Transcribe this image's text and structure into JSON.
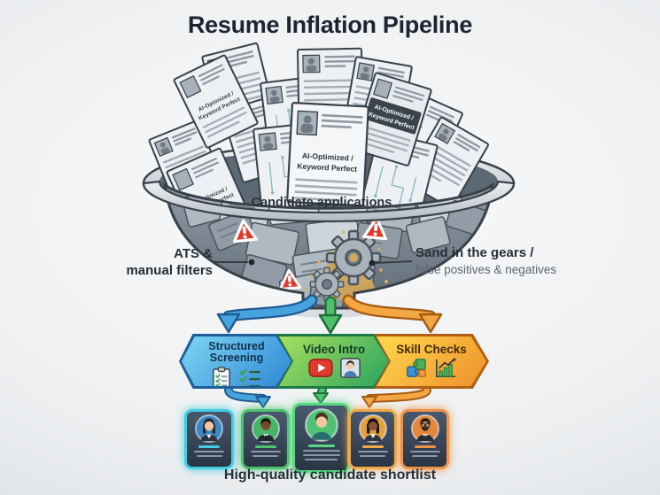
{
  "title": "Resume Inflation Pipeline",
  "funnel": {
    "band_label": "Candidate applications",
    "resume_badge_line1": "AI-Optimized /",
    "resume_badge_line2": "Keyword Perfect",
    "left_callout_line1": "ATS &",
    "left_callout_line2": "manual filters",
    "right_callout_line1": "Sand in the gears /",
    "right_callout_line2": "false positives & negatives",
    "icons": [
      "warning-triangle-icon",
      "warning-triangle-icon",
      "warning-triangle-icon",
      "gear-icon",
      "gear-icon"
    ]
  },
  "stages": [
    {
      "label": "Structured Screening",
      "accent": "#2e86d4",
      "icons": [
        "clipboard-checklist-icon",
        "checkmark-list-icon"
      ]
    },
    {
      "label": "Video Intro",
      "accent": "#2aa35f",
      "icons": [
        "play-button-icon",
        "video-person-icon"
      ]
    },
    {
      "label": "Skill Checks",
      "accent": "#ee8f2b",
      "icons": [
        "puzzle-pieces-icon",
        "bar-chart-growth-icon"
      ]
    }
  ],
  "shortlist": {
    "label": "High-quality candidate shortlist",
    "cards": [
      {
        "accent": "#45cde4",
        "person": "woman-dark-hair"
      },
      {
        "accent": "#4cc470",
        "person": "man-dark-skin-suit"
      },
      {
        "accent": "#57d984",
        "person": "man-light-skin-teal-shirt"
      },
      {
        "accent": "#f0a848",
        "person": "woman-dark-skin-white-blouse"
      },
      {
        "accent": "#ef9347",
        "person": "man-glasses-beard-suit"
      }
    ]
  },
  "colors": {
    "background": "#eef0f2",
    "funnel_metal": "#a9b3bc",
    "warning_red": "#e23b2e",
    "sand": "#cfa45c",
    "arrow_blue": "#46a3de",
    "arrow_green": "#4cc06a",
    "arrow_orange": "#f2a743"
  }
}
